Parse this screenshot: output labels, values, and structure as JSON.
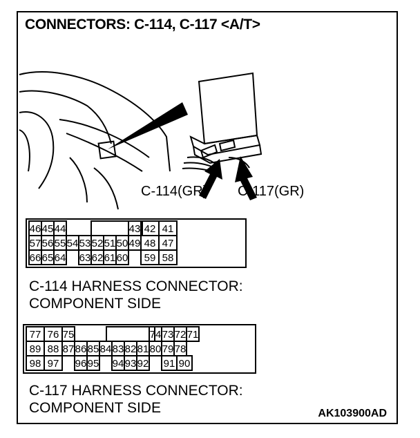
{
  "title": "CONNECTORS: C-114, C-117 <A/T>",
  "labels": {
    "c114": "C-114(GR)",
    "c117": "C-117(GR)"
  },
  "caption_114": {
    "line1": "C-114 HARNESS CONNECTOR:",
    "line2": "COMPONENT SIDE"
  },
  "caption_117": {
    "line1": "C-117 HARNESS CONNECTOR:",
    "line2": "COMPONENT SIDE"
  },
  "figure_code": "AK103900AD",
  "connector_114": {
    "rows": [
      [
        "46",
        "45",
        "44",
        "",
        "",
        "",
        "",
        "",
        "43",
        "42",
        "41"
      ],
      [
        "57",
        "56",
        "55",
        "54",
        "53",
        "52",
        "51",
        "50",
        "49",
        "48",
        "47"
      ],
      [
        "66",
        "65",
        "64",
        "",
        "63",
        "62",
        "61",
        "60",
        "",
        "59",
        "58"
      ]
    ]
  },
  "connector_117": {
    "rows": [
      [
        "77",
        "76",
        "75",
        "",
        "",
        "",
        "",
        "",
        "",
        "74",
        "73",
        "72",
        "71"
      ],
      [
        "89",
        "88",
        "87",
        "86",
        "85",
        "84",
        "83",
        "82",
        "81",
        "80",
        "79",
        "78"
      ],
      [
        "98",
        "97",
        "",
        "96",
        "95",
        "",
        "94",
        "93",
        "92",
        "",
        "91",
        "90"
      ]
    ]
  }
}
